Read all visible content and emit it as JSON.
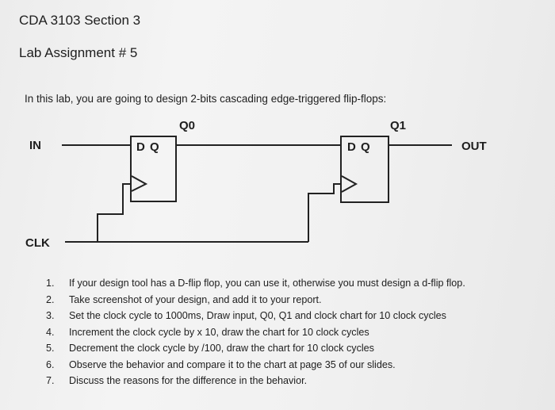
{
  "header": {
    "course": "CDA 3103 Section 3",
    "assignment": "Lab Assignment # 5"
  },
  "intro": "In this lab, you are going to design 2-bits cascading edge-triggered flip-flops:",
  "diagram": {
    "input_label": "IN",
    "output_label": "OUT",
    "clock_label": "CLK",
    "ff1": {
      "text": "D Q",
      "output_label": "Q0"
    },
    "ff2": {
      "text": "D Q",
      "output_label": "Q1"
    }
  },
  "steps": [
    {
      "num": "1.",
      "text": "If your design tool has a D-flip flop, you can use it, otherwise you must design a d-flip flop."
    },
    {
      "num": "2.",
      "text": "Take screenshot of your design, and add it to your report."
    },
    {
      "num": "3.",
      "text": "Set the clock cycle to 1000ms, Draw input, Q0, Q1 and clock chart for 10 clock cycles"
    },
    {
      "num": "4.",
      "text": "Increment the clock cycle by x 10, draw the chart for 10 clock cycles"
    },
    {
      "num": "5.",
      "text": "Decrement the clock cycle by /100, draw the chart for 10 clock cycles"
    },
    {
      "num": "6.",
      "text": "Observe the behavior and compare it to the chart at page 35 of our slides."
    },
    {
      "num": "7.",
      "text": "Discuss the reasons for the difference in the behavior."
    }
  ]
}
